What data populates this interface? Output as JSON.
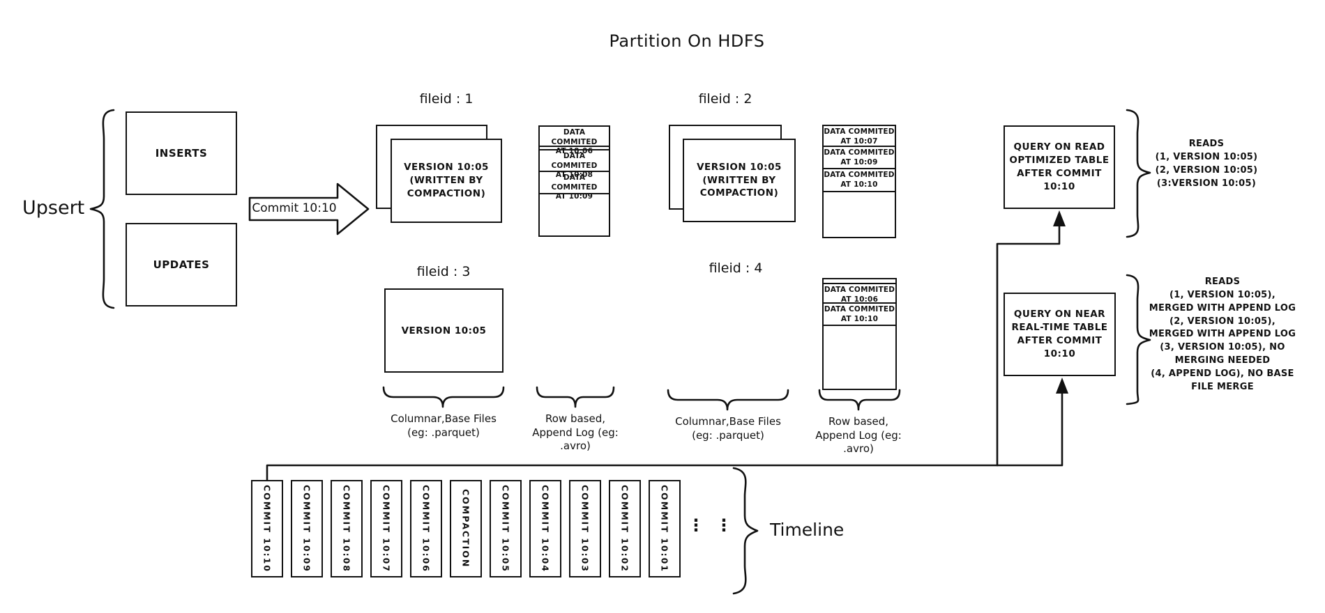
{
  "title": "Partition On HDFS",
  "colors": {
    "ink": "#111111",
    "background": "#ffffff"
  },
  "upsert": {
    "label": "Upsert",
    "inserts_label": "INSERTS",
    "updates_label": "UPDATES"
  },
  "commit_arrow_label": "Commit 10:10",
  "file_groups": {
    "file1": {
      "label": "fileid : 1",
      "base_text": "VERSION 10:05\n(WRITTEN BY\nCOMPACTION)"
    },
    "file2": {
      "label": "fileid : 2",
      "base_text": "VERSION 10:05\n(WRITTEN BY\nCOMPACTION)"
    },
    "file3": {
      "label": "fileid : 3",
      "base_text": "VERSION 10:05"
    },
    "file4": {
      "label": "fileid : 4"
    }
  },
  "logs": {
    "log1": {
      "cells": [
        "DATA COMMITED\nAT 10:06",
        "DATA COMMITED\nAT 10:08",
        "DATA COMMITED\nAT 10:09"
      ]
    },
    "log2": {
      "cells": [
        "DATA COMMITED\nAT 10:07",
        "DATA COMMITED\nAT 10:09",
        "DATA COMMITED\nAT 10:10"
      ]
    },
    "log4": {
      "cells": [
        "DATA COMMITED\nAT 10:06",
        "DATA COMMITED\nAT 10:10"
      ]
    }
  },
  "column_labels": {
    "columnar_left": "Columnar,Base Files\n(eg: .parquet)",
    "row_left": "Row based,\nAppend Log  (eg:\n.avro)",
    "columnar_right": "Columnar,Base Files\n(eg: .parquet)",
    "row_right": "Row based,\nAppend Log  (eg:\n.avro)"
  },
  "queries": {
    "read_optimized": {
      "box_text": "QUERY ON READ\nOPTIMIZED TABLE\nAFTER COMMIT\n10:10",
      "reads_text": "READS\n(1, VERSION 10:05)\n(2, VERSION 10:05)\n(3:VERSION 10:05)"
    },
    "near_real_time": {
      "box_text": "QUERY ON NEAR\nREAL-TIME TABLE\nAFTER COMMIT\n10:10",
      "reads_text": "READS\n(1, VERSION 10:05),\nMERGED WITH APPEND LOG\n(2, VERSION 10:05),\nMERGED WITH APPEND LOG\n(3, VERSION 10:05), NO\nMERGING NEEDED\n(4, APPEND LOG), NO BASE\nFILE MERGE"
    }
  },
  "timeline": {
    "label": "Timeline",
    "ellipsis": "⋮",
    "items": [
      "COMMIT 10:10",
      "COMMIT 10:09",
      "COMMIT 10:08",
      "COMMIT 10:07",
      "COMMIT 10:06",
      "COMPACTION",
      "COMMIT 10:05",
      "COMMIT 10:04",
      "COMMIT 10:03",
      "COMMIT 10:02",
      "COMMIT 10:01"
    ]
  }
}
